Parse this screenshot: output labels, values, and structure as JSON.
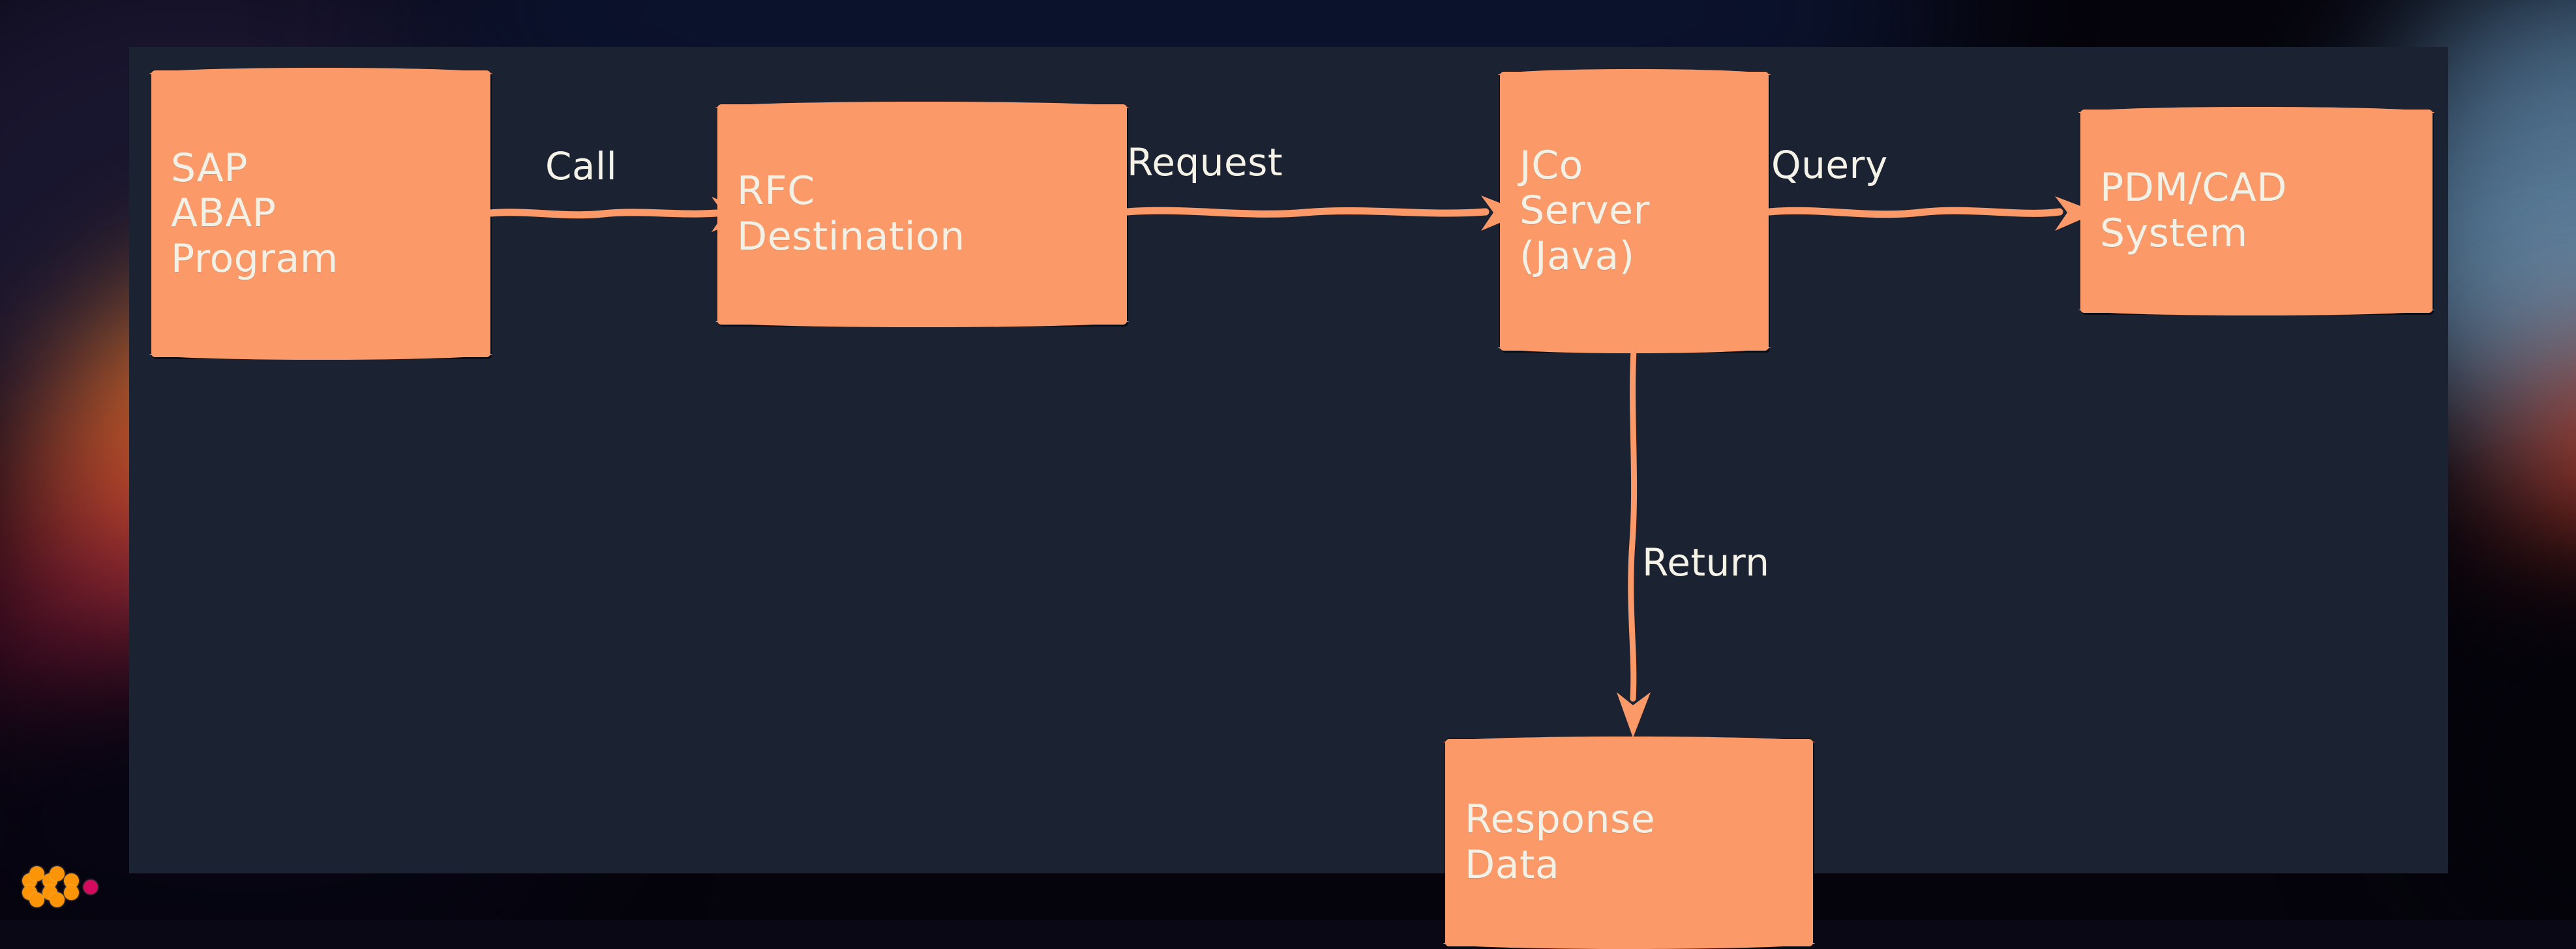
{
  "diagram": {
    "type": "flowchart",
    "orientation": "left-to-right with downward branch",
    "canvas_background": "#1b2231",
    "node_fill": "#fb9a68",
    "node_text_color": "#f3f0e6",
    "connector_color": "#fb9a68",
    "edge_label_color": "#f5f2e8",
    "nodes": [
      {
        "id": "sap",
        "label": "SAP\nABAP\nProgram"
      },
      {
        "id": "rfc",
        "label": "RFC\nDestination"
      },
      {
        "id": "jco",
        "label": "JCo\nServer\n(Java)"
      },
      {
        "id": "pdm",
        "label": "PDM/CAD\nSystem"
      },
      {
        "id": "response",
        "label": "Response\nData"
      }
    ],
    "edges": [
      {
        "id": "e1",
        "from": "sap",
        "to": "rfc",
        "label": "Call"
      },
      {
        "id": "e2",
        "from": "rfc",
        "to": "jco",
        "label": "Request"
      },
      {
        "id": "e3",
        "from": "jco",
        "to": "pdm",
        "label": "Query"
      },
      {
        "id": "e4",
        "from": "jco",
        "to": "response",
        "label": "Return"
      }
    ]
  },
  "logo": {
    "name": "dot-cluster-logo",
    "accent_orange": "#fb9406",
    "accent_pink": "#d40a5e"
  }
}
